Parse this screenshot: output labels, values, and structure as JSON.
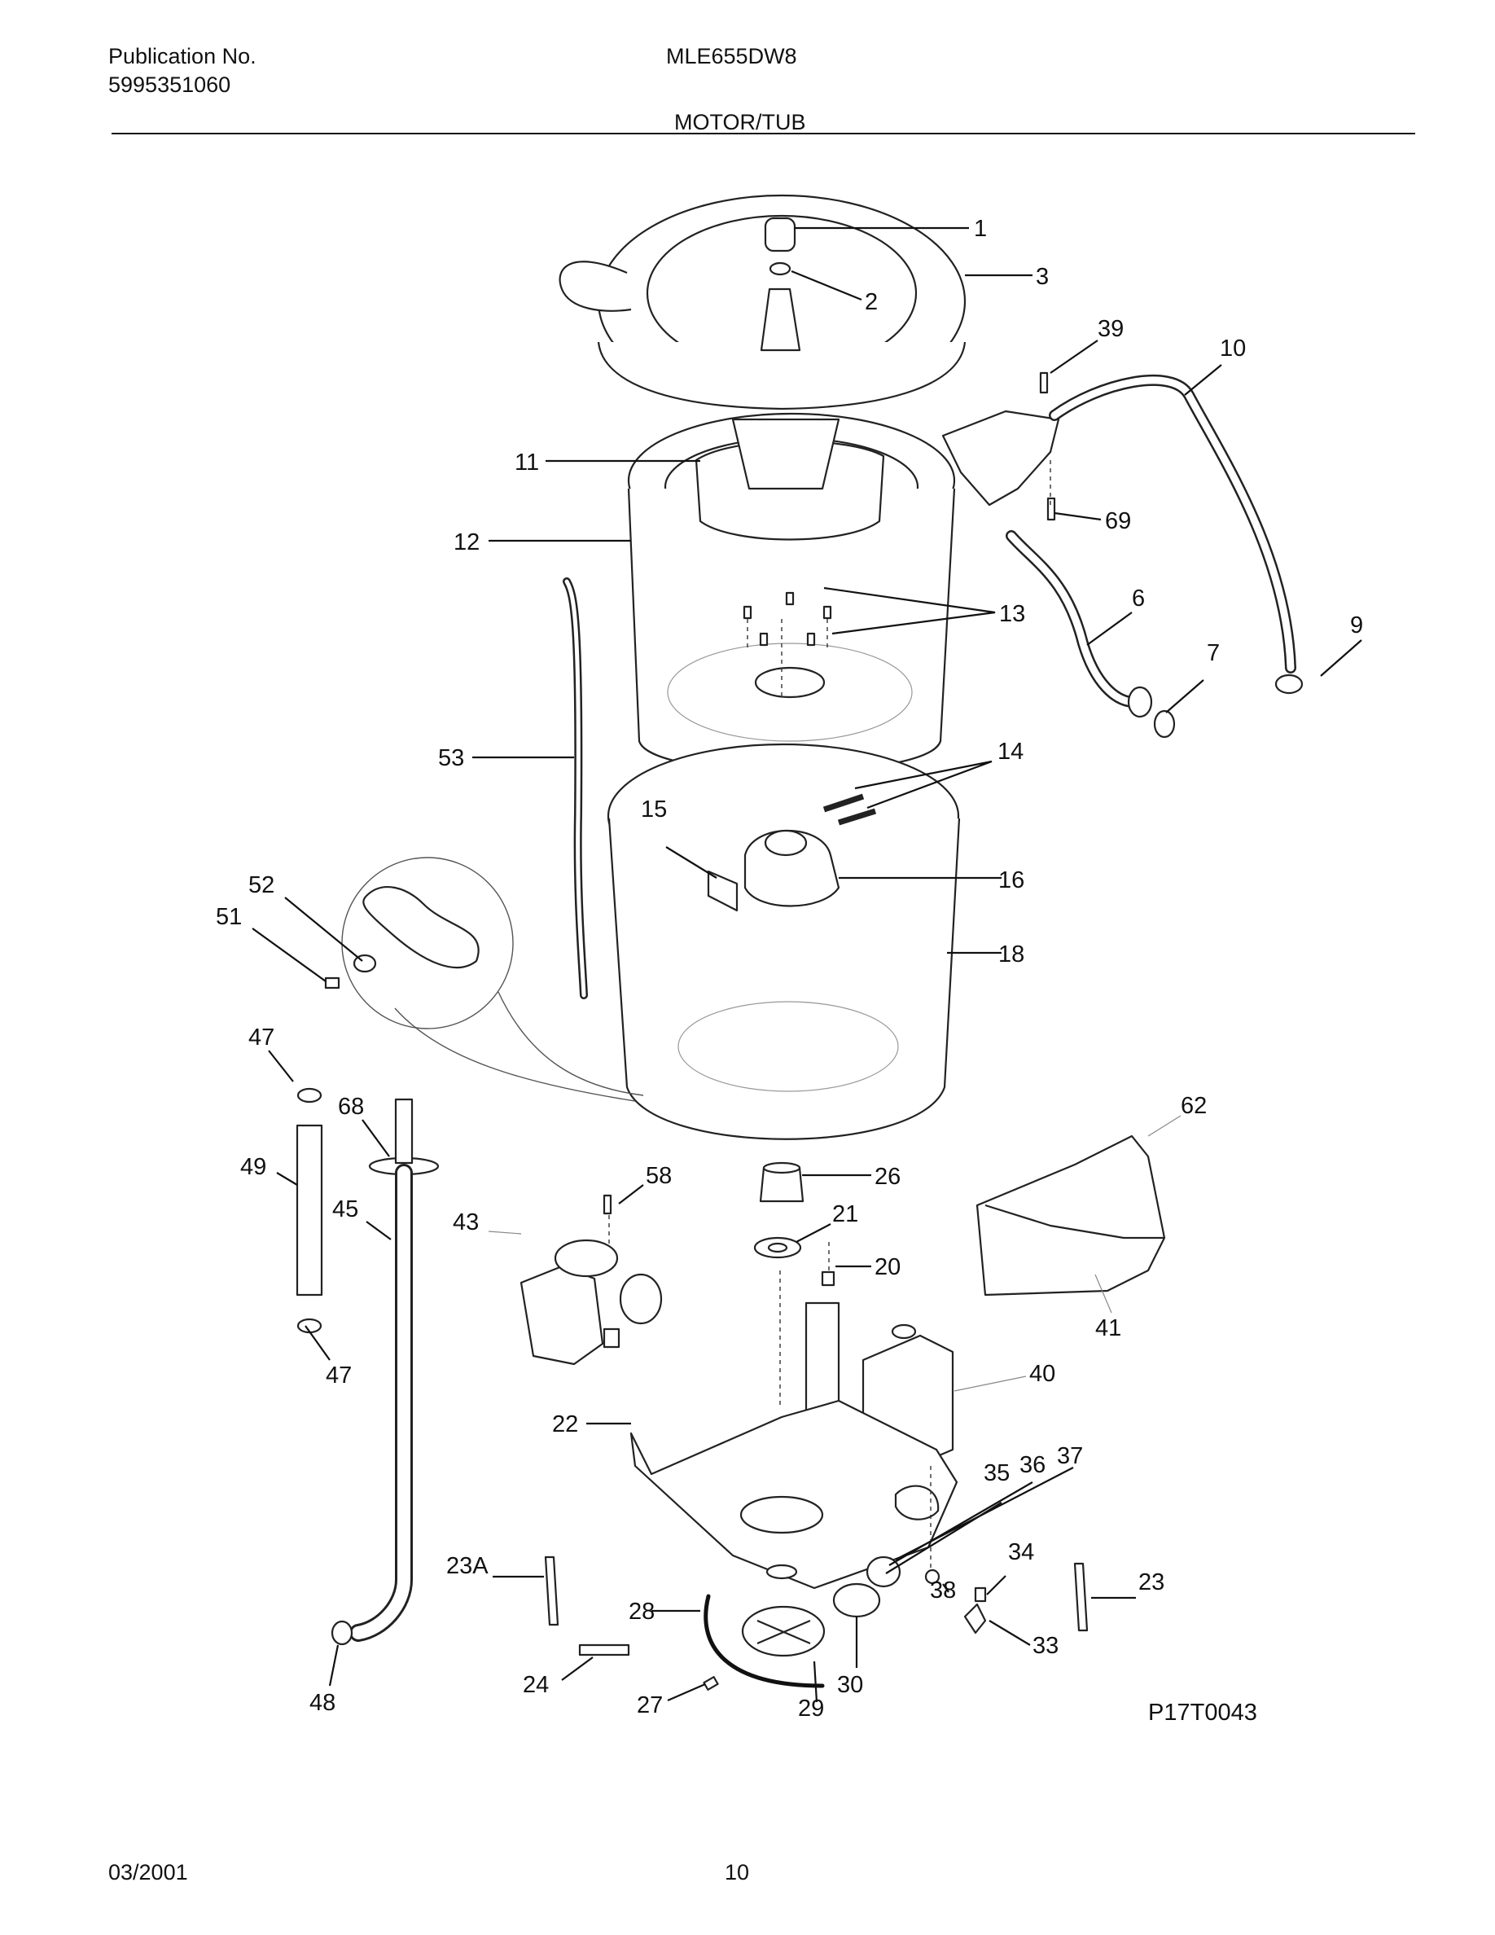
{
  "header": {
    "publication_label": "Publication No.",
    "publication_number": "5995351060",
    "model": "MLE655DW8",
    "section_title": "MOTOR/TUB"
  },
  "footer": {
    "date": "03/2001",
    "page_number": "10"
  },
  "diagram": {
    "figure_code": "P17T0043",
    "callouts": {
      "c1": "1",
      "c2": "2",
      "c3": "3",
      "c39": "39",
      "c10": "10",
      "c11": "11",
      "c69": "69",
      "c12": "12",
      "c6": "6",
      "c13": "13",
      "c9": "9",
      "c7": "7",
      "c53": "53",
      "c14": "14",
      "c15": "15",
      "c16": "16",
      "c52": "52",
      "c51": "51",
      "c18": "18",
      "c47a": "47",
      "c62": "62",
      "c68": "68",
      "c49": "49",
      "c58": "58",
      "c26": "26",
      "c45": "45",
      "c21": "21",
      "c43": "43",
      "c20": "20",
      "c41": "41",
      "c47b": "47",
      "c40": "40",
      "c22": "22",
      "c37": "37",
      "c35": "35",
      "c36": "36",
      "c34": "34",
      "c23a": "23A",
      "c38": "38",
      "c23": "23",
      "c28": "28",
      "c33": "33",
      "c24": "24",
      "c30": "30",
      "c48": "48",
      "c27": "27",
      "c29": "29"
    }
  }
}
